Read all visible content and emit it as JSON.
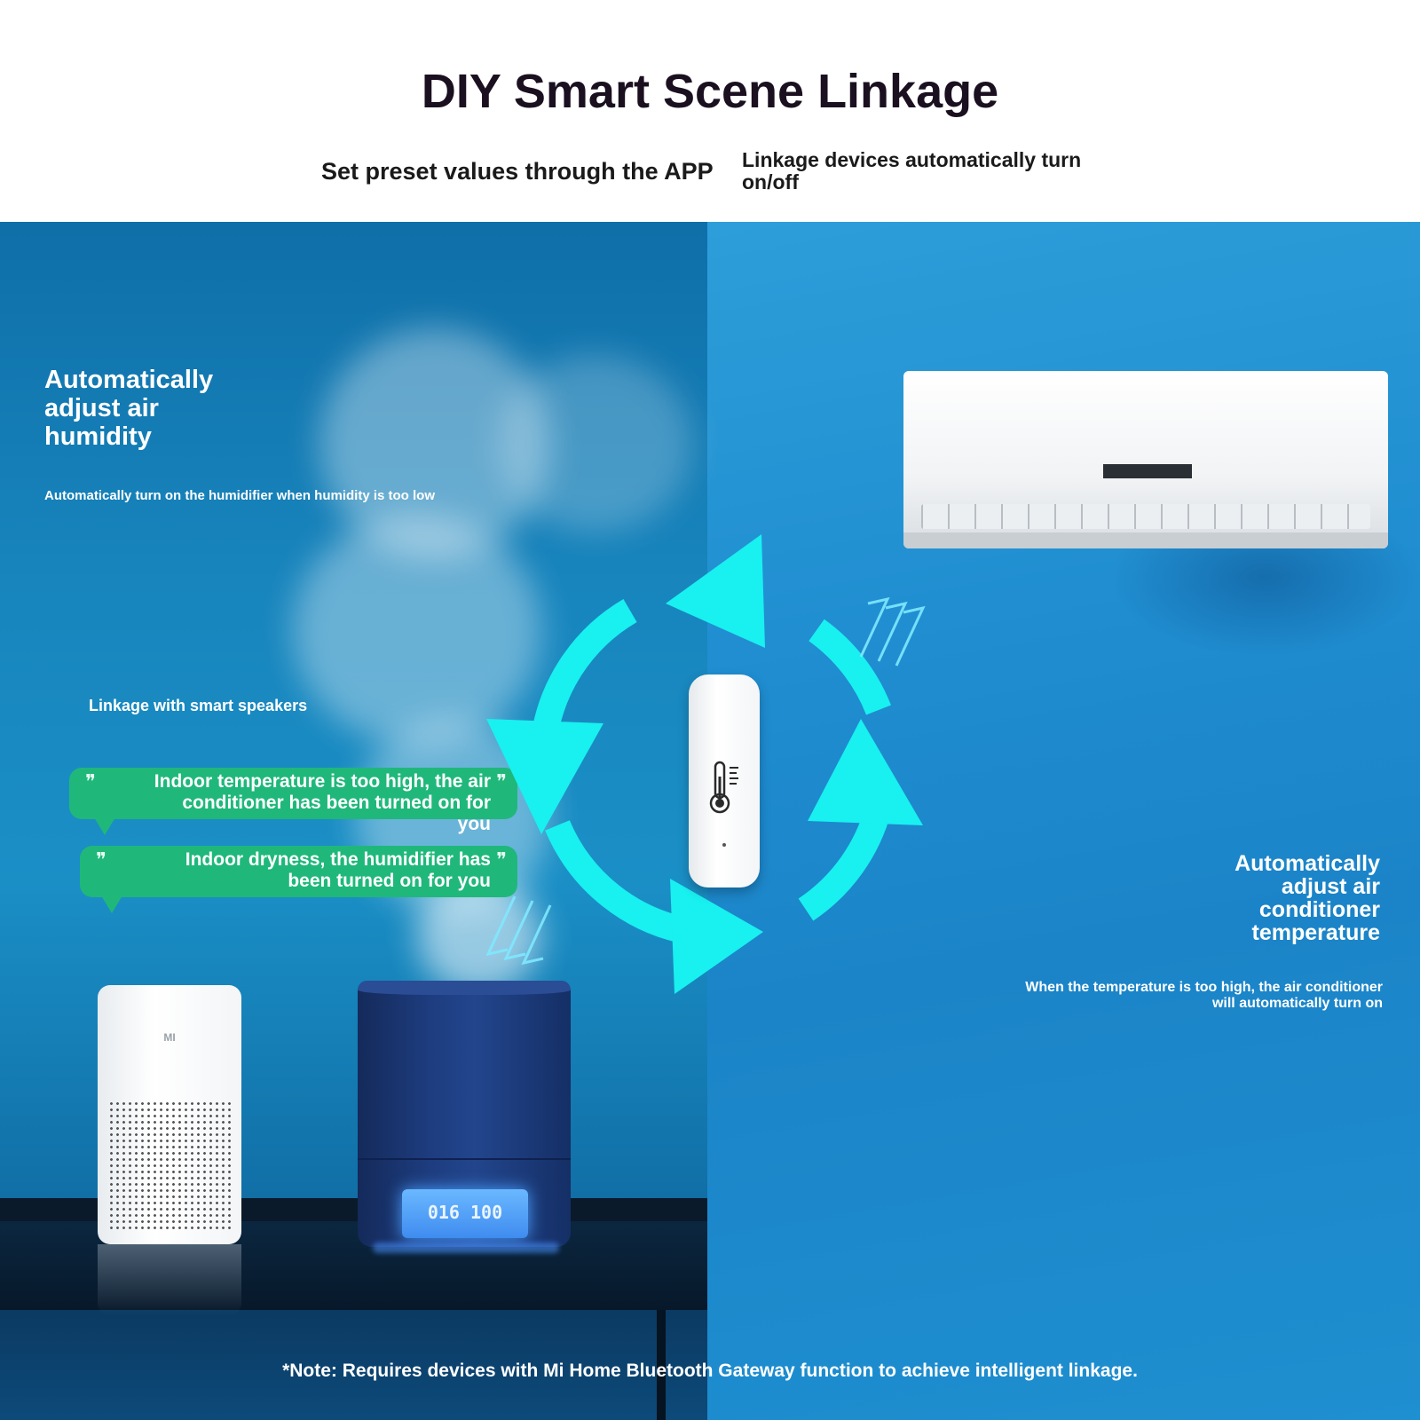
{
  "header": {
    "title": "DIY Smart Scene Linkage",
    "subtitle_left": "Set preset values through the APP",
    "subtitle_right": "Linkage devices automatically turn on/off"
  },
  "left_panel": {
    "heading": "Automatically adjust air humidity",
    "caption": "Automatically turn on the humidifier when humidity is too low",
    "speaker_label": "Linkage with smart speakers",
    "bubbles": [
      {
        "text": "Indoor temperature is too high, the air conditioner has been turned on for you"
      },
      {
        "text": "Indoor dryness, the humidifier has been turned on for you"
      }
    ],
    "speaker_logo": "MI",
    "humidifier_display": "016 100"
  },
  "right_panel": {
    "heading": "Automatically adjust air conditioner temperature",
    "caption": "When the temperature is too high, the air conditioner will automatically turn on"
  },
  "footnote": "*Note: Requires devices with Mi Home Bluetooth Gateway function to achieve intelligent linkage.",
  "colors": {
    "left_bg": "#1885bd",
    "right_bg": "#1f8dd0",
    "arrow_cyan": "#19f0f0",
    "bubble_green": "#1fb87a"
  },
  "icons": {
    "sensor": "thermometer-icon",
    "cycle": "cycle-arrows-icon"
  }
}
